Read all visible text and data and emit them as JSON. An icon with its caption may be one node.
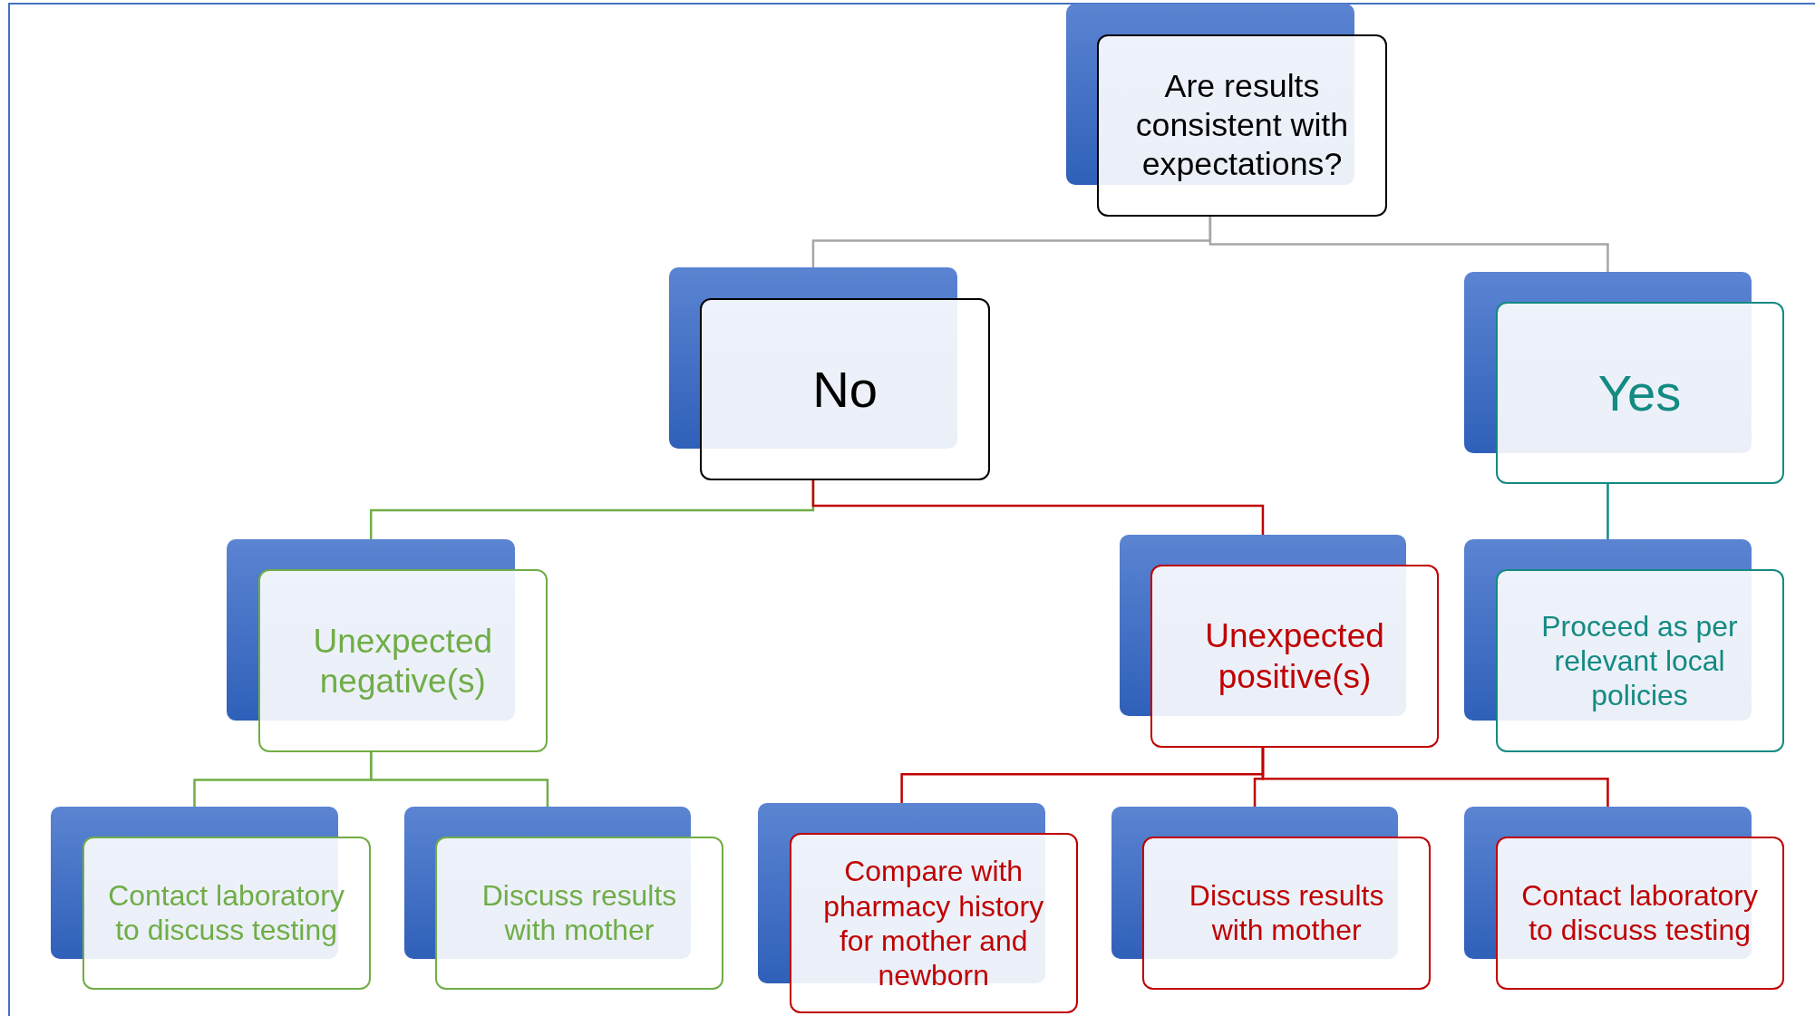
{
  "diagram": {
    "nodes": [
      {
        "text": [
          "Are results consistent with expectations?"
        ]
      },
      {
        "text": [
          "No"
        ]
      },
      {
        "text": [
          "Yes"
        ]
      },
      {
        "text": [
          "Unexpected negative(s)"
        ]
      },
      {
        "text": [
          "Unexpected positive(s)"
        ]
      },
      {
        "text": [
          "Proceed as per relevant local policies"
        ]
      },
      {
        "text": [
          "Contact laboratory to discuss testing"
        ]
      },
      {
        "text": [
          "Discuss results with mother"
        ]
      },
      {
        "text": [
          "Compare with pharmacy history for mother and newborn"
        ]
      },
      {
        "text": [
          "Discuss results with mother"
        ]
      },
      {
        "text": [
          "Contact laboratory to discuss testing"
        ]
      }
    ],
    "edges": [
      {
        "from": 0,
        "to": 1,
        "arrow": "none",
        "color": "#a6a6a6"
      },
      {
        "from": 0,
        "to": 2,
        "arrow": "none",
        "color": "#a6a6a6"
      },
      {
        "from": 1,
        "to": 3,
        "arrow": "none",
        "color": "#70ad47"
      },
      {
        "from": 1,
        "to": 4,
        "arrow": "none",
        "color": "#c00000"
      },
      {
        "from": 2,
        "to": 5,
        "arrow": "none",
        "color": "#138a82"
      },
      {
        "from": 3,
        "to": 6,
        "arrow": "none",
        "color": "#70ad47"
      },
      {
        "from": 3,
        "to": 7,
        "arrow": "none",
        "color": "#70ad47"
      },
      {
        "from": 4,
        "to": 8,
        "arrow": "none",
        "color": "#c00000"
      },
      {
        "from": 4,
        "to": 9,
        "arrow": "none",
        "color": "#c00000"
      },
      {
        "from": 4,
        "to": 10,
        "arrow": "none",
        "color": "#c00000"
      }
    ]
  }
}
